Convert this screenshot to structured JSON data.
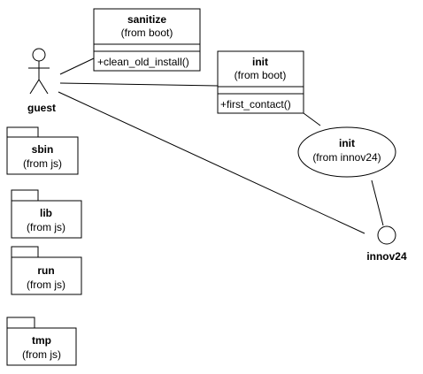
{
  "actor": {
    "name": "guest",
    "icon": "stick-figure-icon"
  },
  "classes": [
    {
      "id": "sanitize",
      "name": "sanitize",
      "origin": "(from boot)",
      "operations": [
        "+clean_old_install()"
      ]
    },
    {
      "id": "init-boot",
      "name": "init",
      "origin": "(from boot)",
      "operations": [
        "+first_contact()"
      ]
    }
  ],
  "use_case": {
    "name": "init",
    "origin": "(from innov24)"
  },
  "interface": {
    "name": "innov24",
    "icon": "interface-circle-icon"
  },
  "packages": [
    {
      "name": "sbin",
      "origin": "(from js)"
    },
    {
      "name": "lib",
      "origin": "(from js)"
    },
    {
      "name": "run",
      "origin": "(from js)"
    },
    {
      "name": "tmp",
      "origin": "(from js)"
    }
  ],
  "colors": {
    "line": "#000000",
    "fill": "#ffffff"
  }
}
